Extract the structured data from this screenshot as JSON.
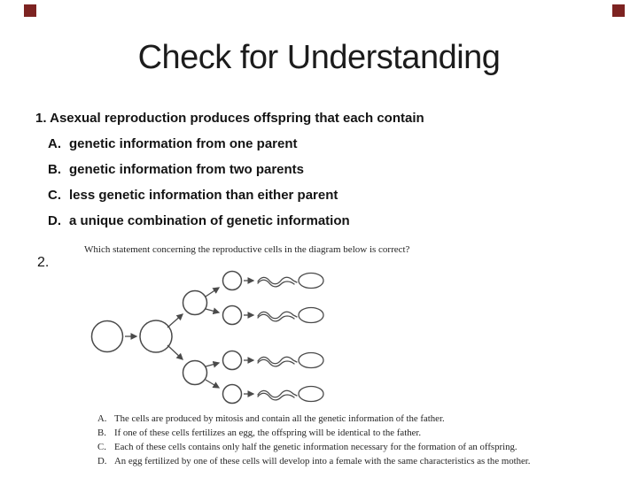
{
  "slide": {
    "title": "Check for Understanding",
    "accent_color": "#7d2321"
  },
  "question1": {
    "prompt": "1. Asexual reproduction produces offspring that each contain",
    "options": [
      {
        "letter": "A.",
        "text": "genetic information from one parent"
      },
      {
        "letter": "B.",
        "text": "genetic information from two parents"
      },
      {
        "letter": "C.",
        "text": "less genetic information than either parent"
      },
      {
        "letter": "D.",
        "text": "a unique combination of genetic information"
      }
    ]
  },
  "question2": {
    "number": "2.",
    "prompt": "Which statement concerning the reproductive cells in the diagram below is correct?",
    "diagram": {
      "type": "cell-division-to-sperm-branching-diagram",
      "stroke_color": "#4a4a4a"
    },
    "options": [
      {
        "letter": "A.",
        "text": "The cells are produced by mitosis and contain all the genetic information of the father."
      },
      {
        "letter": "B.",
        "text": "If one of these cells fertilizes an egg, the offspring will be identical to the father."
      },
      {
        "letter": "C.",
        "text": "Each of these cells contains only half the genetic information necessary for the formation of an offspring."
      },
      {
        "letter": "D.",
        "text": "An egg fertilized by one of these cells will develop into a female with the same characteristics as the mother."
      }
    ]
  }
}
